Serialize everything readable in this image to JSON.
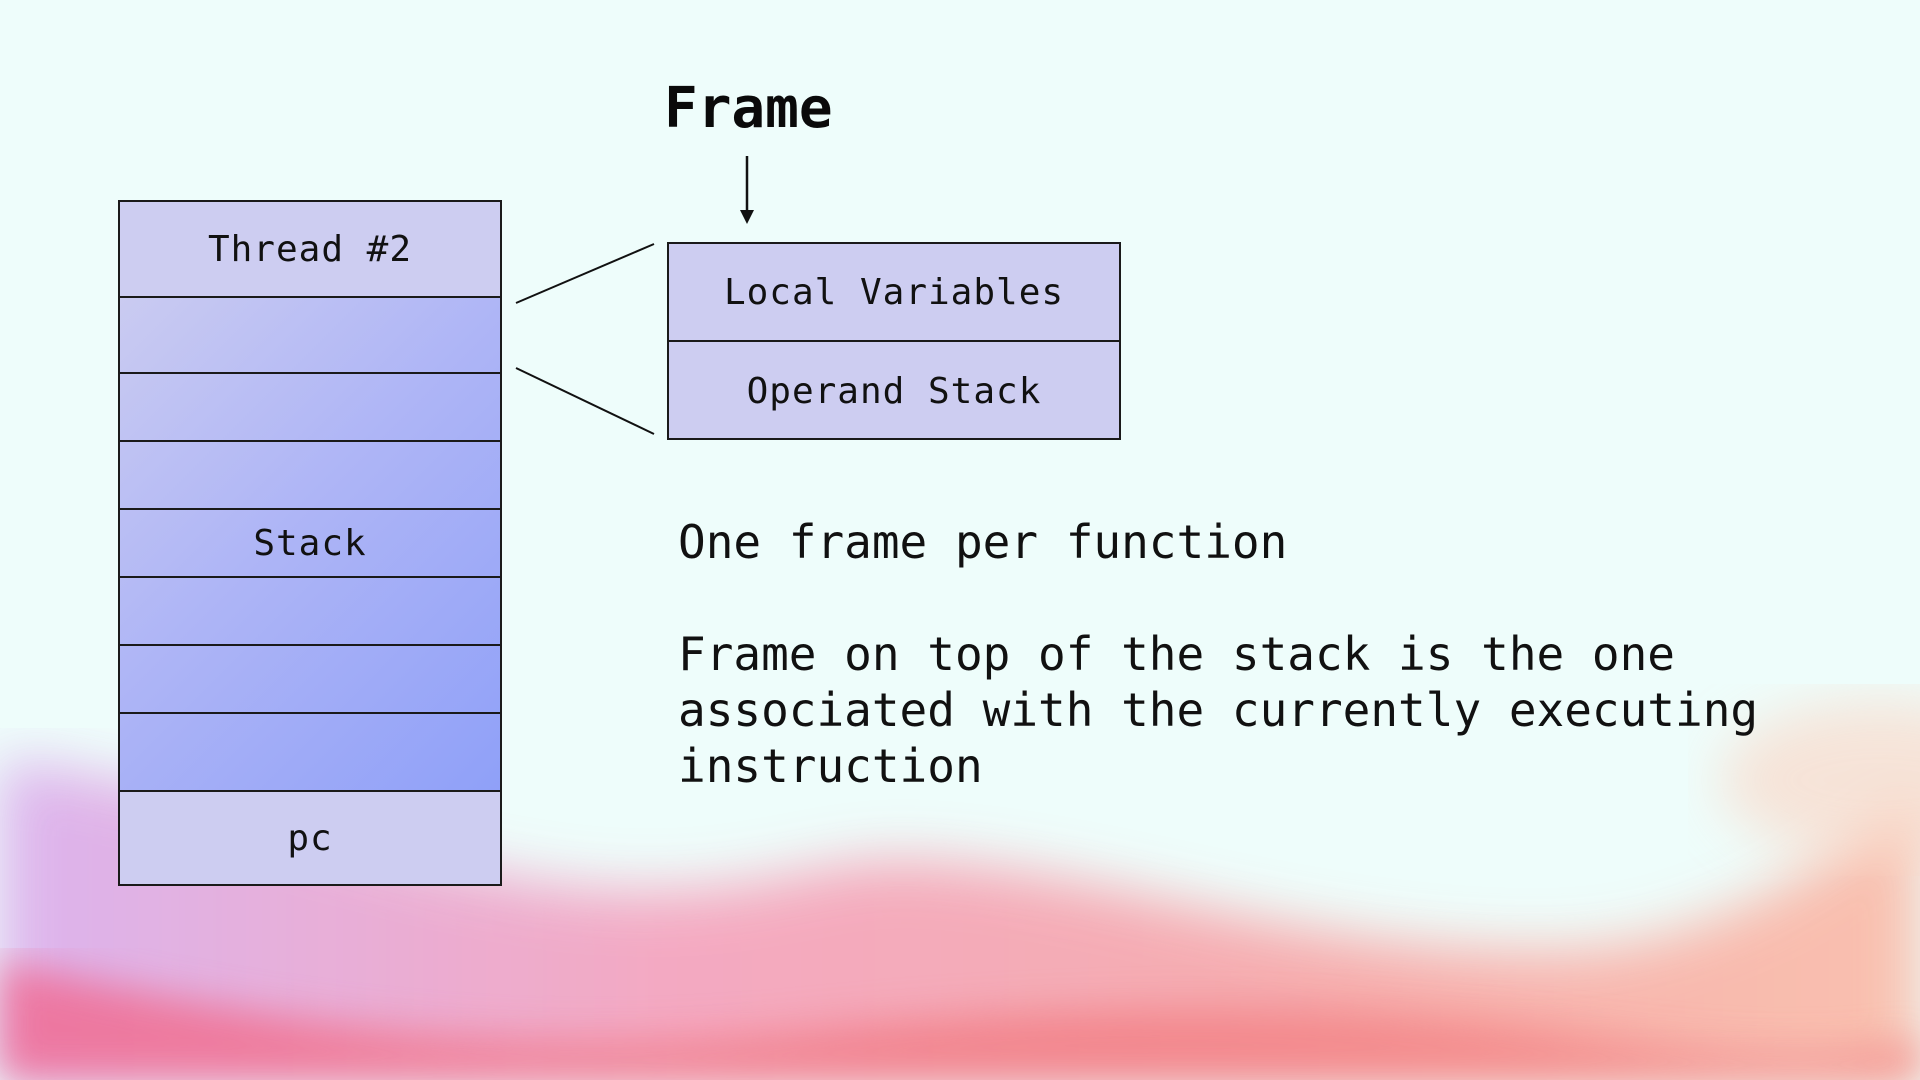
{
  "frame_title": "Frame",
  "thread": {
    "header": "Thread #2",
    "stack_label": "Stack",
    "footer": "pc"
  },
  "frame": {
    "rows": [
      "Local Variables",
      "Operand Stack"
    ]
  },
  "notes": [
    "One frame per function",
    "Frame on top of the stack is the one associated with the currently executing instruction"
  ],
  "colors": {
    "cell_fill": "#cdcdf1",
    "stack_gradient_start": "#cacbf1",
    "stack_gradient_end": "#8fa0f8",
    "wave_pink": "#f28aa3",
    "wave_orange": "#f79a7e"
  }
}
